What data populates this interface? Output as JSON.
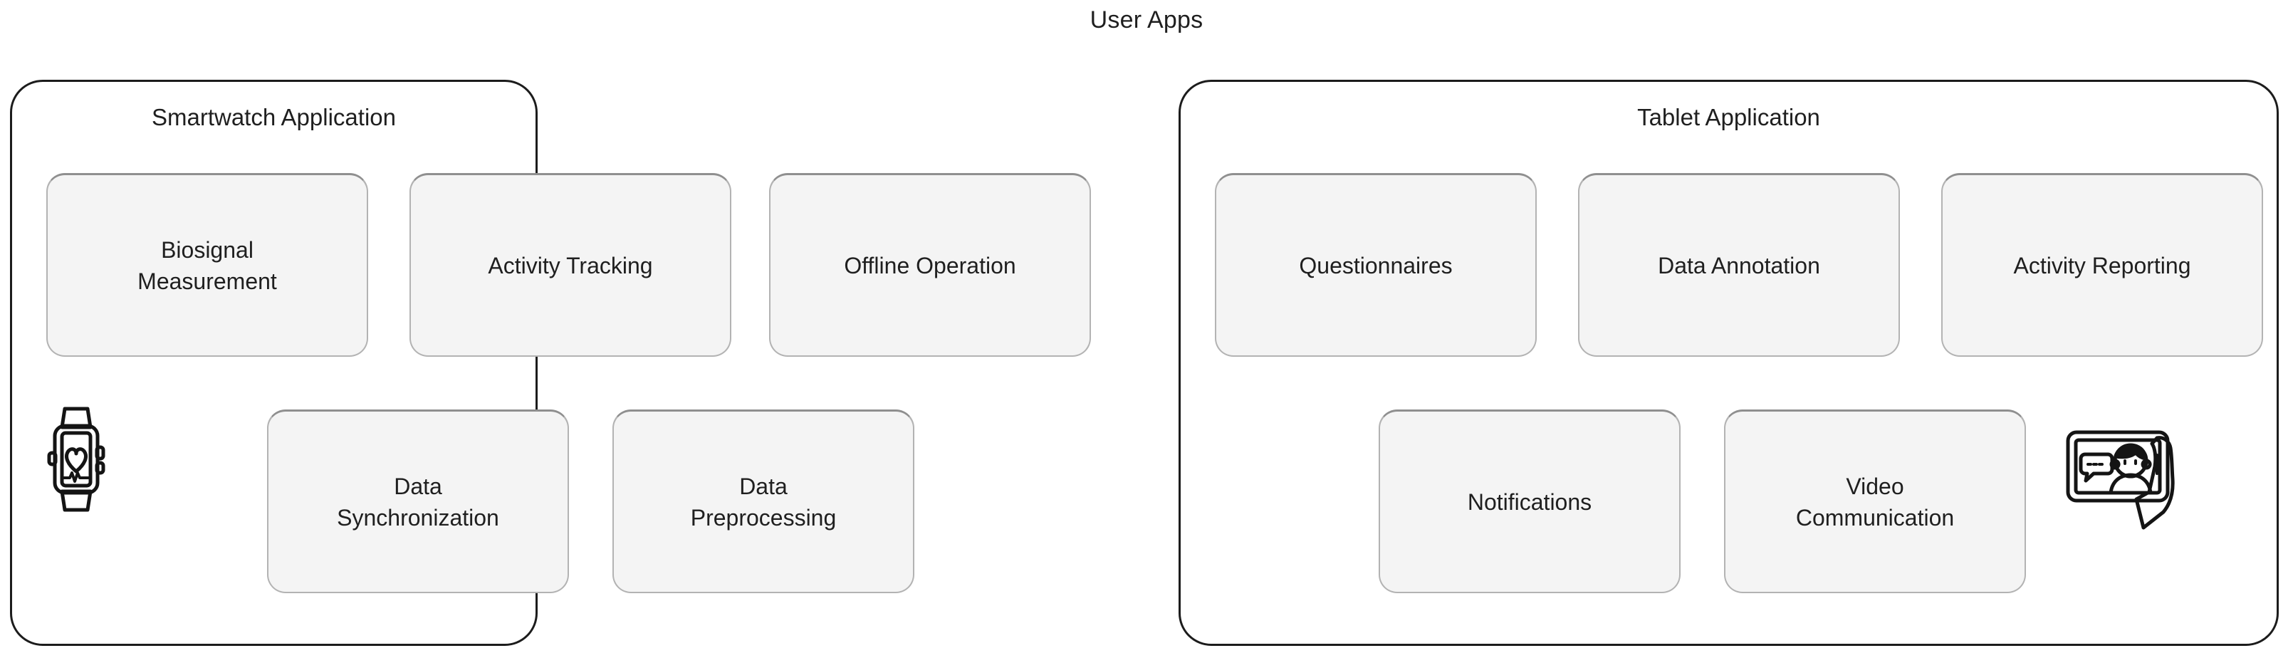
{
  "diagram": {
    "title": "User Apps",
    "type": "block-diagram",
    "background_color": "#ffffff",
    "container_border_color": "#1c1c1c",
    "box_fill_color": "#f4f4f4",
    "box_border_color": "#b3b3b3",
    "text_color": "#1f1f1f"
  },
  "containers": [
    {
      "id": "smartwatch",
      "title": "Smartwatch Application",
      "icon": "smartwatch-heartrate-icon",
      "rows": [
        {
          "boxes": [
            {
              "label": "Biosignal\nMeasurement"
            },
            {
              "label": "Activity Tracking"
            },
            {
              "label": "Offline Operation"
            }
          ]
        },
        {
          "boxes": [
            {
              "label": "Data\nSynchronization"
            },
            {
              "label": "Data\nPreprocessing"
            }
          ]
        }
      ]
    },
    {
      "id": "tablet",
      "title": "Tablet Application",
      "icon": "tablet-video-call-icon",
      "rows": [
        {
          "boxes": [
            {
              "label": "Questionnaires"
            },
            {
              "label": "Data Annotation"
            },
            {
              "label": "Activity Reporting"
            }
          ]
        },
        {
          "boxes": [
            {
              "label": "Notifications"
            },
            {
              "label": "Video\nCommunication"
            }
          ]
        }
      ]
    }
  ]
}
